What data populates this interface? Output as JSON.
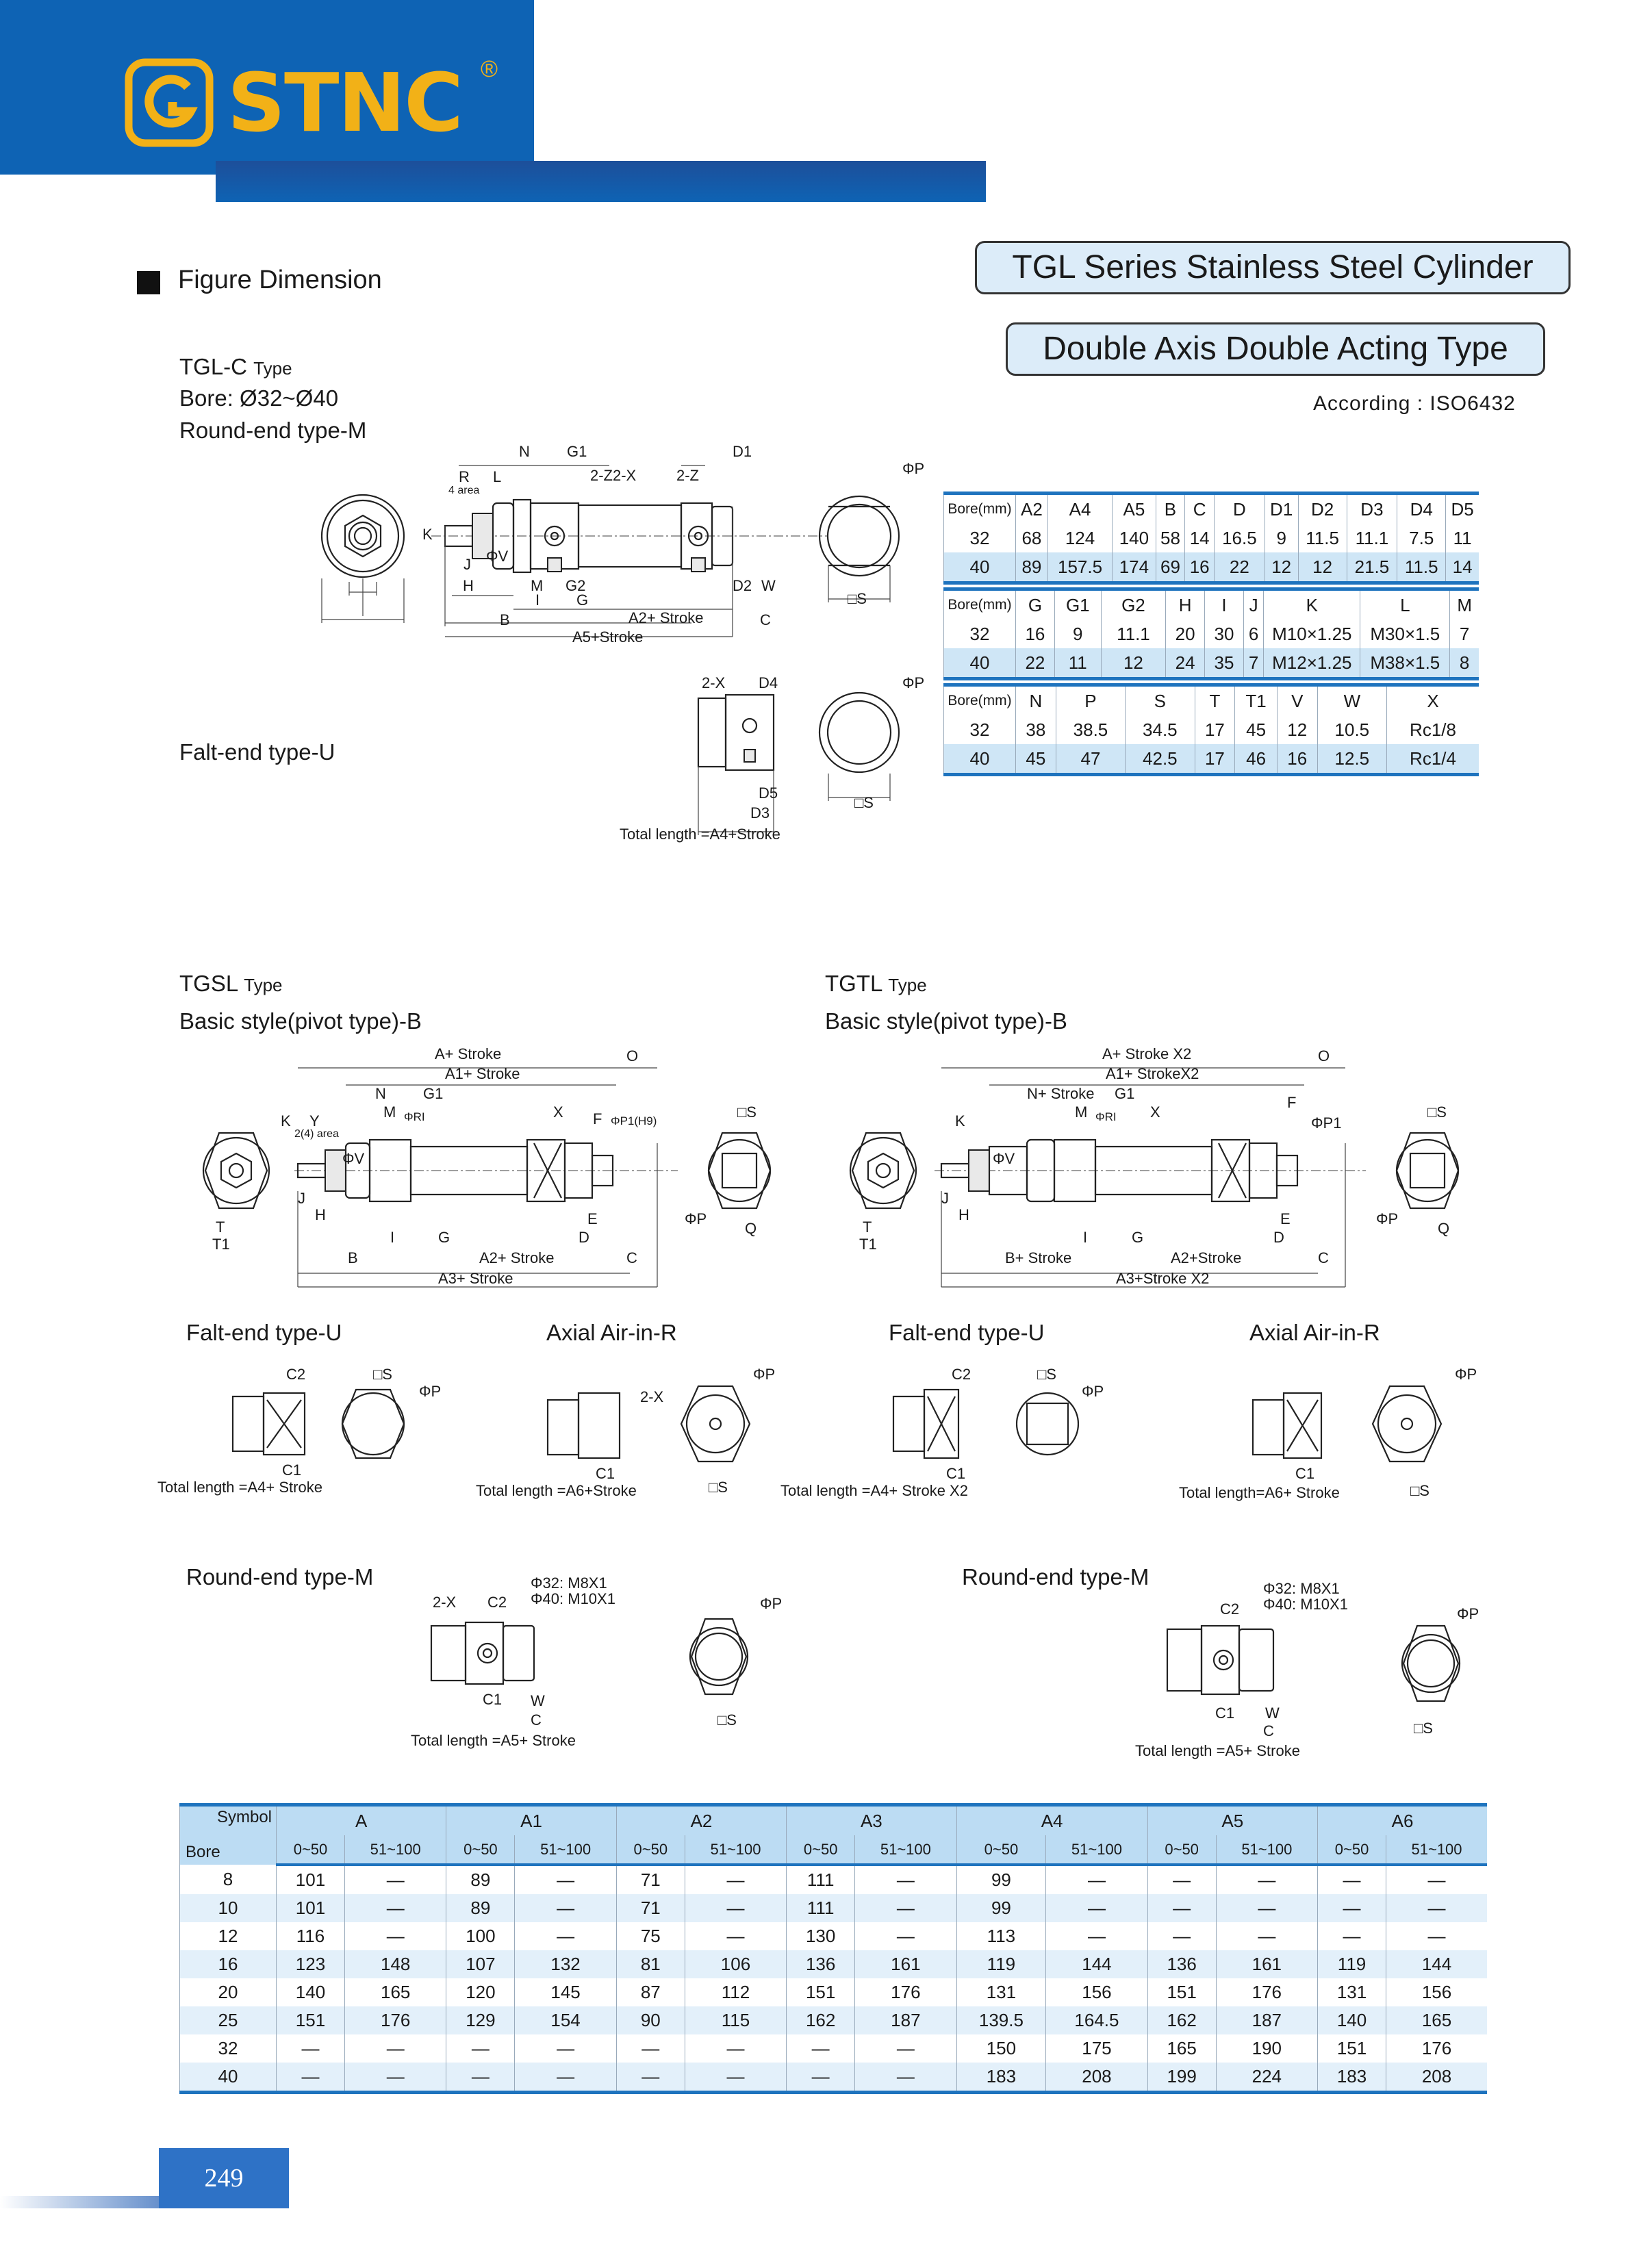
{
  "brand": {
    "name": "STNC",
    "reg": "®",
    "logo_icon": "stnc-logo-icon"
  },
  "section": {
    "title": "Figure  Dimension"
  },
  "titles": {
    "series": "TGL  Series  Stainless  Steel  Cylinder",
    "type": "Double  Axis  Double  Acting  Type",
    "according": "According : ISO6432"
  },
  "tglc": {
    "type_code": "TGL-C",
    "type_word": "Type",
    "bore": "Bore: Ø32~Ø40",
    "round": "Round-end type-M",
    "flat": "Falt-end type-U",
    "dims": [
      "N",
      "G1",
      "D1",
      "R",
      "4 area",
      "L",
      "2-Z2-X",
      "2-Z",
      "ΦP",
      "K",
      "J",
      "ΦV",
      "H",
      "M",
      "G2",
      "I",
      "G",
      "D2",
      "W",
      "□S",
      "B",
      "A2+ Stroke",
      "C",
      "A5+Stroke",
      "2-X",
      "D4",
      "D5",
      "D3",
      "Total length =A4+Stroke"
    ]
  },
  "table1": {
    "header": [
      "Bore(mm)",
      "A2",
      "A4",
      "A5",
      "B",
      "C",
      "D",
      "D1",
      "D2",
      "D3",
      "D4",
      "D5"
    ],
    "rows": [
      [
        "32",
        "68",
        "124",
        "140",
        "58",
        "14",
        "16.5",
        "9",
        "11.5",
        "11.1",
        "7.5",
        "11"
      ],
      [
        "40",
        "89",
        "157.5",
        "174",
        "69",
        "16",
        "22",
        "12",
        "12",
        "21.5",
        "11.5",
        "14"
      ]
    ]
  },
  "table2": {
    "header": [
      "Bore(mm)",
      "G",
      "G1",
      "G2",
      "H",
      "I",
      "J",
      "K",
      "L",
      "M"
    ],
    "rows": [
      [
        "32",
        "16",
        "9",
        "11.1",
        "20",
        "30",
        "6",
        "M10×1.25",
        "M30×1.5",
        "7"
      ],
      [
        "40",
        "22",
        "11",
        "12",
        "24",
        "35",
        "7",
        "M12×1.25",
        "M38×1.5",
        "8"
      ]
    ]
  },
  "table3": {
    "header": [
      "Bore(mm)",
      "N",
      "P",
      "S",
      "T",
      "T1",
      "V",
      "W",
      "X"
    ],
    "rows": [
      [
        "32",
        "38",
        "38.5",
        "34.5",
        "17",
        "45",
        "12",
        "10.5",
        "Rc1/8"
      ],
      [
        "40",
        "45",
        "47",
        "42.5",
        "17",
        "46",
        "16",
        "12.5",
        "Rc1/4"
      ]
    ]
  },
  "tgsl": {
    "type_code": "TGSL",
    "type_word": "Type",
    "style": "Basic style(pivot type)-B",
    "flat": "Falt-end type-U",
    "axial": "Axial Air-in-R",
    "round": "Round-end type-M",
    "dims": [
      "A+ Stroke",
      "A1+ Stroke",
      "O",
      "N",
      "G1",
      "K",
      "Y",
      "2(4) area",
      "M",
      "ΦRI",
      "X",
      "F",
      "ΦP1(H9)",
      "□S",
      "ΦV",
      "J",
      "H",
      "T",
      "T1",
      "I",
      "G",
      "B",
      "A2+ Stroke",
      "D",
      "E",
      "C",
      "A3+ Stroke",
      "ΦP",
      "Q"
    ],
    "flat_dims": [
      "C2",
      "□S",
      "ΦP",
      "C1",
      "Total length =A4+ Stroke"
    ],
    "axial_dims": [
      "2-X",
      "ΦP",
      "C1",
      "□S",
      "Total length =A6+Stroke"
    ],
    "round_dims": [
      "2-X",
      "C2",
      "Φ32:  M8X1",
      "Φ40:  M10X1",
      "ΦP",
      "C1",
      "W",
      "C",
      "□S",
      "Total length =A5+ Stroke"
    ]
  },
  "tgtl": {
    "type_code": "TGTL",
    "type_word": "Type",
    "style": "Basic style(pivot type)-B",
    "flat": "Falt-end type-U",
    "axial": "Axial Air-in-R",
    "round": "Round-end type-M",
    "dims": [
      "A+ Stroke X2",
      "A1+ StrokeX2",
      "O",
      "N+ Stroke",
      "G1",
      "K",
      "M",
      "ΦRI",
      "X",
      "F",
      "ΦP1",
      "□S",
      "ΦV",
      "J",
      "H",
      "T",
      "T1",
      "I",
      "G",
      "B+ Stroke",
      "A2+Stroke",
      "D",
      "E",
      "C",
      "A3+Stroke X2",
      "ΦP",
      "Q"
    ],
    "flat_dims": [
      "C2",
      "□S",
      "ΦP",
      "C1",
      "Total length =A4+ Stroke X2"
    ],
    "axial_dims": [
      "ΦP",
      "C1",
      "□S",
      "Total length=A6+ Stroke"
    ],
    "round_dims": [
      "C2",
      "Φ32:  M8X1",
      "Φ40:  M10X1",
      "ΦP",
      "C1",
      "W",
      "C",
      "□S",
      "Total length =A5+ Stroke"
    ]
  },
  "bigtable": {
    "symbol": "Symbol",
    "bore": "Bore",
    "groups": [
      "A",
      "A1",
      "A2",
      "A3",
      "A4",
      "A5",
      "A6"
    ],
    "sub": [
      "0~50",
      "51~100"
    ],
    "rows": [
      [
        "8",
        "101",
        "—",
        "89",
        "—",
        "71",
        "—",
        "111",
        "—",
        "99",
        "—",
        "—",
        "—",
        "—",
        "—"
      ],
      [
        "10",
        "101",
        "—",
        "89",
        "—",
        "71",
        "—",
        "111",
        "—",
        "99",
        "—",
        "—",
        "—",
        "—",
        "—"
      ],
      [
        "12",
        "116",
        "—",
        "100",
        "—",
        "75",
        "—",
        "130",
        "—",
        "113",
        "—",
        "—",
        "—",
        "—",
        "—"
      ],
      [
        "16",
        "123",
        "148",
        "107",
        "132",
        "81",
        "106",
        "136",
        "161",
        "119",
        "144",
        "136",
        "161",
        "119",
        "144"
      ],
      [
        "20",
        "140",
        "165",
        "120",
        "145",
        "87",
        "112",
        "151",
        "176",
        "131",
        "156",
        "151",
        "176",
        "131",
        "156"
      ],
      [
        "25",
        "151",
        "176",
        "129",
        "154",
        "90",
        "115",
        "162",
        "187",
        "139.5",
        "164.5",
        "162",
        "187",
        "140",
        "165"
      ],
      [
        "32",
        "—",
        "—",
        "—",
        "—",
        "—",
        "—",
        "—",
        "—",
        "150",
        "175",
        "165",
        "190",
        "151",
        "176"
      ],
      [
        "40",
        "—",
        "—",
        "—",
        "—",
        "—",
        "—",
        "—",
        "—",
        "183",
        "208",
        "199",
        "224",
        "183",
        "208"
      ]
    ]
  },
  "page": {
    "number": "249"
  },
  "colors": {
    "brand_blue": "#0e63b4",
    "logo_gold": "#f2b117",
    "table_rule": "#1e73be",
    "row_tint": "#cfe6f6"
  }
}
